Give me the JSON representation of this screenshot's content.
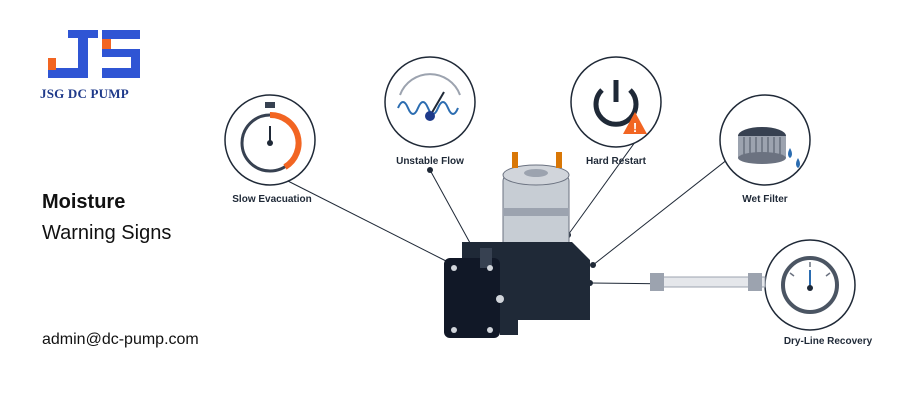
{
  "brand": {
    "name": "JSG DC PUMP",
    "colors": {
      "blue": "#2f55d4",
      "orange": "#f26522"
    }
  },
  "headline": {
    "strong": "Moisture",
    "sub": "Warning Signs"
  },
  "contact": {
    "email": "admin@dc-pump.com"
  },
  "diagram": {
    "labels": {
      "slow_evacuation": "Slow Evacuation",
      "unstable_flow": "Unstable Flow",
      "hard_restart": "Hard Restart",
      "wet_filter": "Wet Filter",
      "dry_line_recovery": "Dry-Line Recovery"
    },
    "icons": [
      "stopwatch-icon",
      "wavy-gauge-icon",
      "power-warning-icon",
      "wet-filter-icon",
      "pressure-gauge-icon"
    ],
    "colors": {
      "accent_orange": "#f26522",
      "accent_blue": "#2b6cb0",
      "line": "#1f2937"
    }
  }
}
